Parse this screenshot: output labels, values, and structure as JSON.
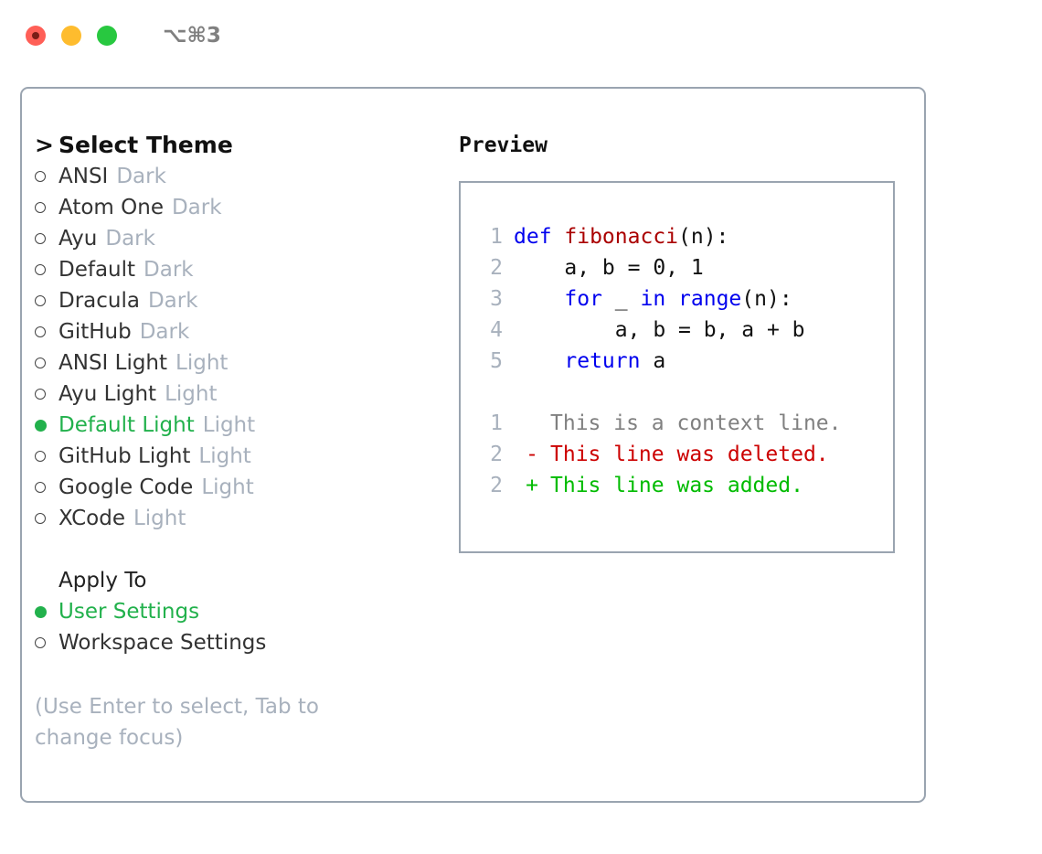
{
  "titlebar": {
    "shortcut": "⌥⌘3",
    "buttons": [
      {
        "name": "close",
        "color": "#ff5f57"
      },
      {
        "name": "minimize",
        "color": "#febc2e"
      },
      {
        "name": "maximize",
        "color": "#28c840"
      }
    ]
  },
  "theme_list": {
    "caret": ">",
    "title": "Select Theme",
    "items": [
      {
        "name": "ANSI",
        "kind": "Dark",
        "selected": false
      },
      {
        "name": "Atom One",
        "kind": "Dark",
        "selected": false
      },
      {
        "name": "Ayu",
        "kind": "Dark",
        "selected": false
      },
      {
        "name": "Default",
        "kind": "Dark",
        "selected": false
      },
      {
        "name": "Dracula",
        "kind": "Dark",
        "selected": false
      },
      {
        "name": "GitHub",
        "kind": "Dark",
        "selected": false
      },
      {
        "name": "ANSI Light",
        "kind": "Light",
        "selected": false
      },
      {
        "name": "Ayu Light",
        "kind": "Light",
        "selected": false
      },
      {
        "name": "Default Light",
        "kind": "Light",
        "selected": true
      },
      {
        "name": "GitHub Light",
        "kind": "Light",
        "selected": false
      },
      {
        "name": "Google Code",
        "kind": "Light",
        "selected": false
      },
      {
        "name": "XCode",
        "kind": "Light",
        "selected": false
      }
    ]
  },
  "apply_to": {
    "header": "Apply To",
    "options": [
      {
        "label": "User Settings",
        "selected": true
      },
      {
        "label": "Workspace Settings",
        "selected": false
      }
    ]
  },
  "hint": "(Use Enter to select, Tab to change focus)",
  "preview": {
    "title": "Preview",
    "code_lines": [
      {
        "n": "1",
        "tokens": [
          {
            "t": "def ",
            "c": "kw"
          },
          {
            "t": "fibonacci",
            "c": "fn"
          },
          {
            "t": "(n):",
            "c": "plain"
          }
        ]
      },
      {
        "n": "2",
        "tokens": [
          {
            "t": "    a, b = 0, 1",
            "c": "plain"
          }
        ]
      },
      {
        "n": "3",
        "tokens": [
          {
            "t": "    ",
            "c": "plain"
          },
          {
            "t": "for",
            "c": "kw"
          },
          {
            "t": " _ ",
            "c": "plain"
          },
          {
            "t": "in",
            "c": "kw"
          },
          {
            "t": " ",
            "c": "plain"
          },
          {
            "t": "range",
            "c": "kw"
          },
          {
            "t": "(n):",
            "c": "plain"
          }
        ]
      },
      {
        "n": "4",
        "tokens": [
          {
            "t": "        a, b = b, a + b",
            "c": "plain"
          }
        ]
      },
      {
        "n": "5",
        "tokens": [
          {
            "t": "    ",
            "c": "plain"
          },
          {
            "t": "return",
            "c": "kw"
          },
          {
            "t": " a",
            "c": "plain"
          }
        ]
      }
    ],
    "diff_lines": [
      {
        "n": "1",
        "mark": " ",
        "text": "This is a context line.",
        "kind": "ctx"
      },
      {
        "n": "2",
        "mark": "-",
        "text": "This line was deleted.",
        "kind": "del"
      },
      {
        "n": "2",
        "mark": "+",
        "text": "This line was added.",
        "kind": "add"
      }
    ]
  },
  "colors": {
    "accent_green": "#22b14c",
    "muted": "#a8b1bd",
    "border": "#9aa4b0",
    "keyword": "#0000ee",
    "function": "#aa0000",
    "diff_added": "#00bb00",
    "diff_deleted": "#cc0000",
    "diff_context": "#808080"
  }
}
